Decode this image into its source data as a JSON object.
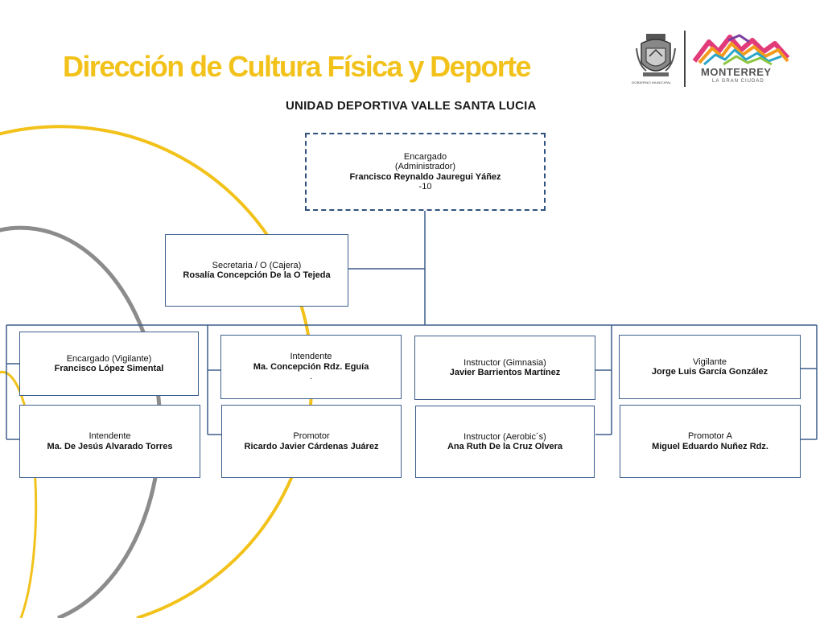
{
  "header": {
    "title": "Dirección de Cultura Física y Deporte",
    "subtitle": "UNIDAD DEPORTIVA VALLE SANTA LUCIA"
  },
  "logo": {
    "seal_text": "GOBIERNO MUNICIPAL",
    "brand": "MONTERREY",
    "tagline": "LA GRAN CIUDAD"
  },
  "colors": {
    "title": "#f2c21b",
    "box_border": "#3d5f8c",
    "connector": "#3d5f8c",
    "arc_yellow": "#f2c21b",
    "arc_gray": "#8c8c8c"
  },
  "org": {
    "head": {
      "role": "Encargado",
      "role2": "(Administrador)",
      "name": "Francisco Reynaldo Jauregui Yáñez",
      "extra": "-10"
    },
    "secretary": {
      "role": "Secretaria / O (Cajera)",
      "name": "Rosalía Concepción De la O Tejeda"
    },
    "columns": [
      {
        "top": {
          "role": "Encargado (Vigilante)",
          "name": "Francisco López  Simental"
        },
        "bottom": {
          "role": "Intendente",
          "name": "Ma. De Jesús Alvarado Torres"
        }
      },
      {
        "top": {
          "role": "Intendente",
          "name": "Ma. Concepción Rdz. Eguía",
          "extra": "."
        },
        "bottom": {
          "role": "Promotor",
          "name": "Ricardo Javier  Cárdenas Juárez"
        }
      },
      {
        "top": {
          "role": "Instructor  (Gimnasia)",
          "name": "Javier Barrientos Martínez"
        },
        "bottom": {
          "role": "Instructor   (Aerobic´s)",
          "name": "Ana Ruth De la Cruz Olvera"
        }
      },
      {
        "top": {
          "role": "Vigilante",
          "name": "Jorge Luis García González"
        },
        "bottom": {
          "role": "Promotor  A",
          "name": "Miguel Eduardo Nuñez Rdz."
        }
      }
    ]
  }
}
